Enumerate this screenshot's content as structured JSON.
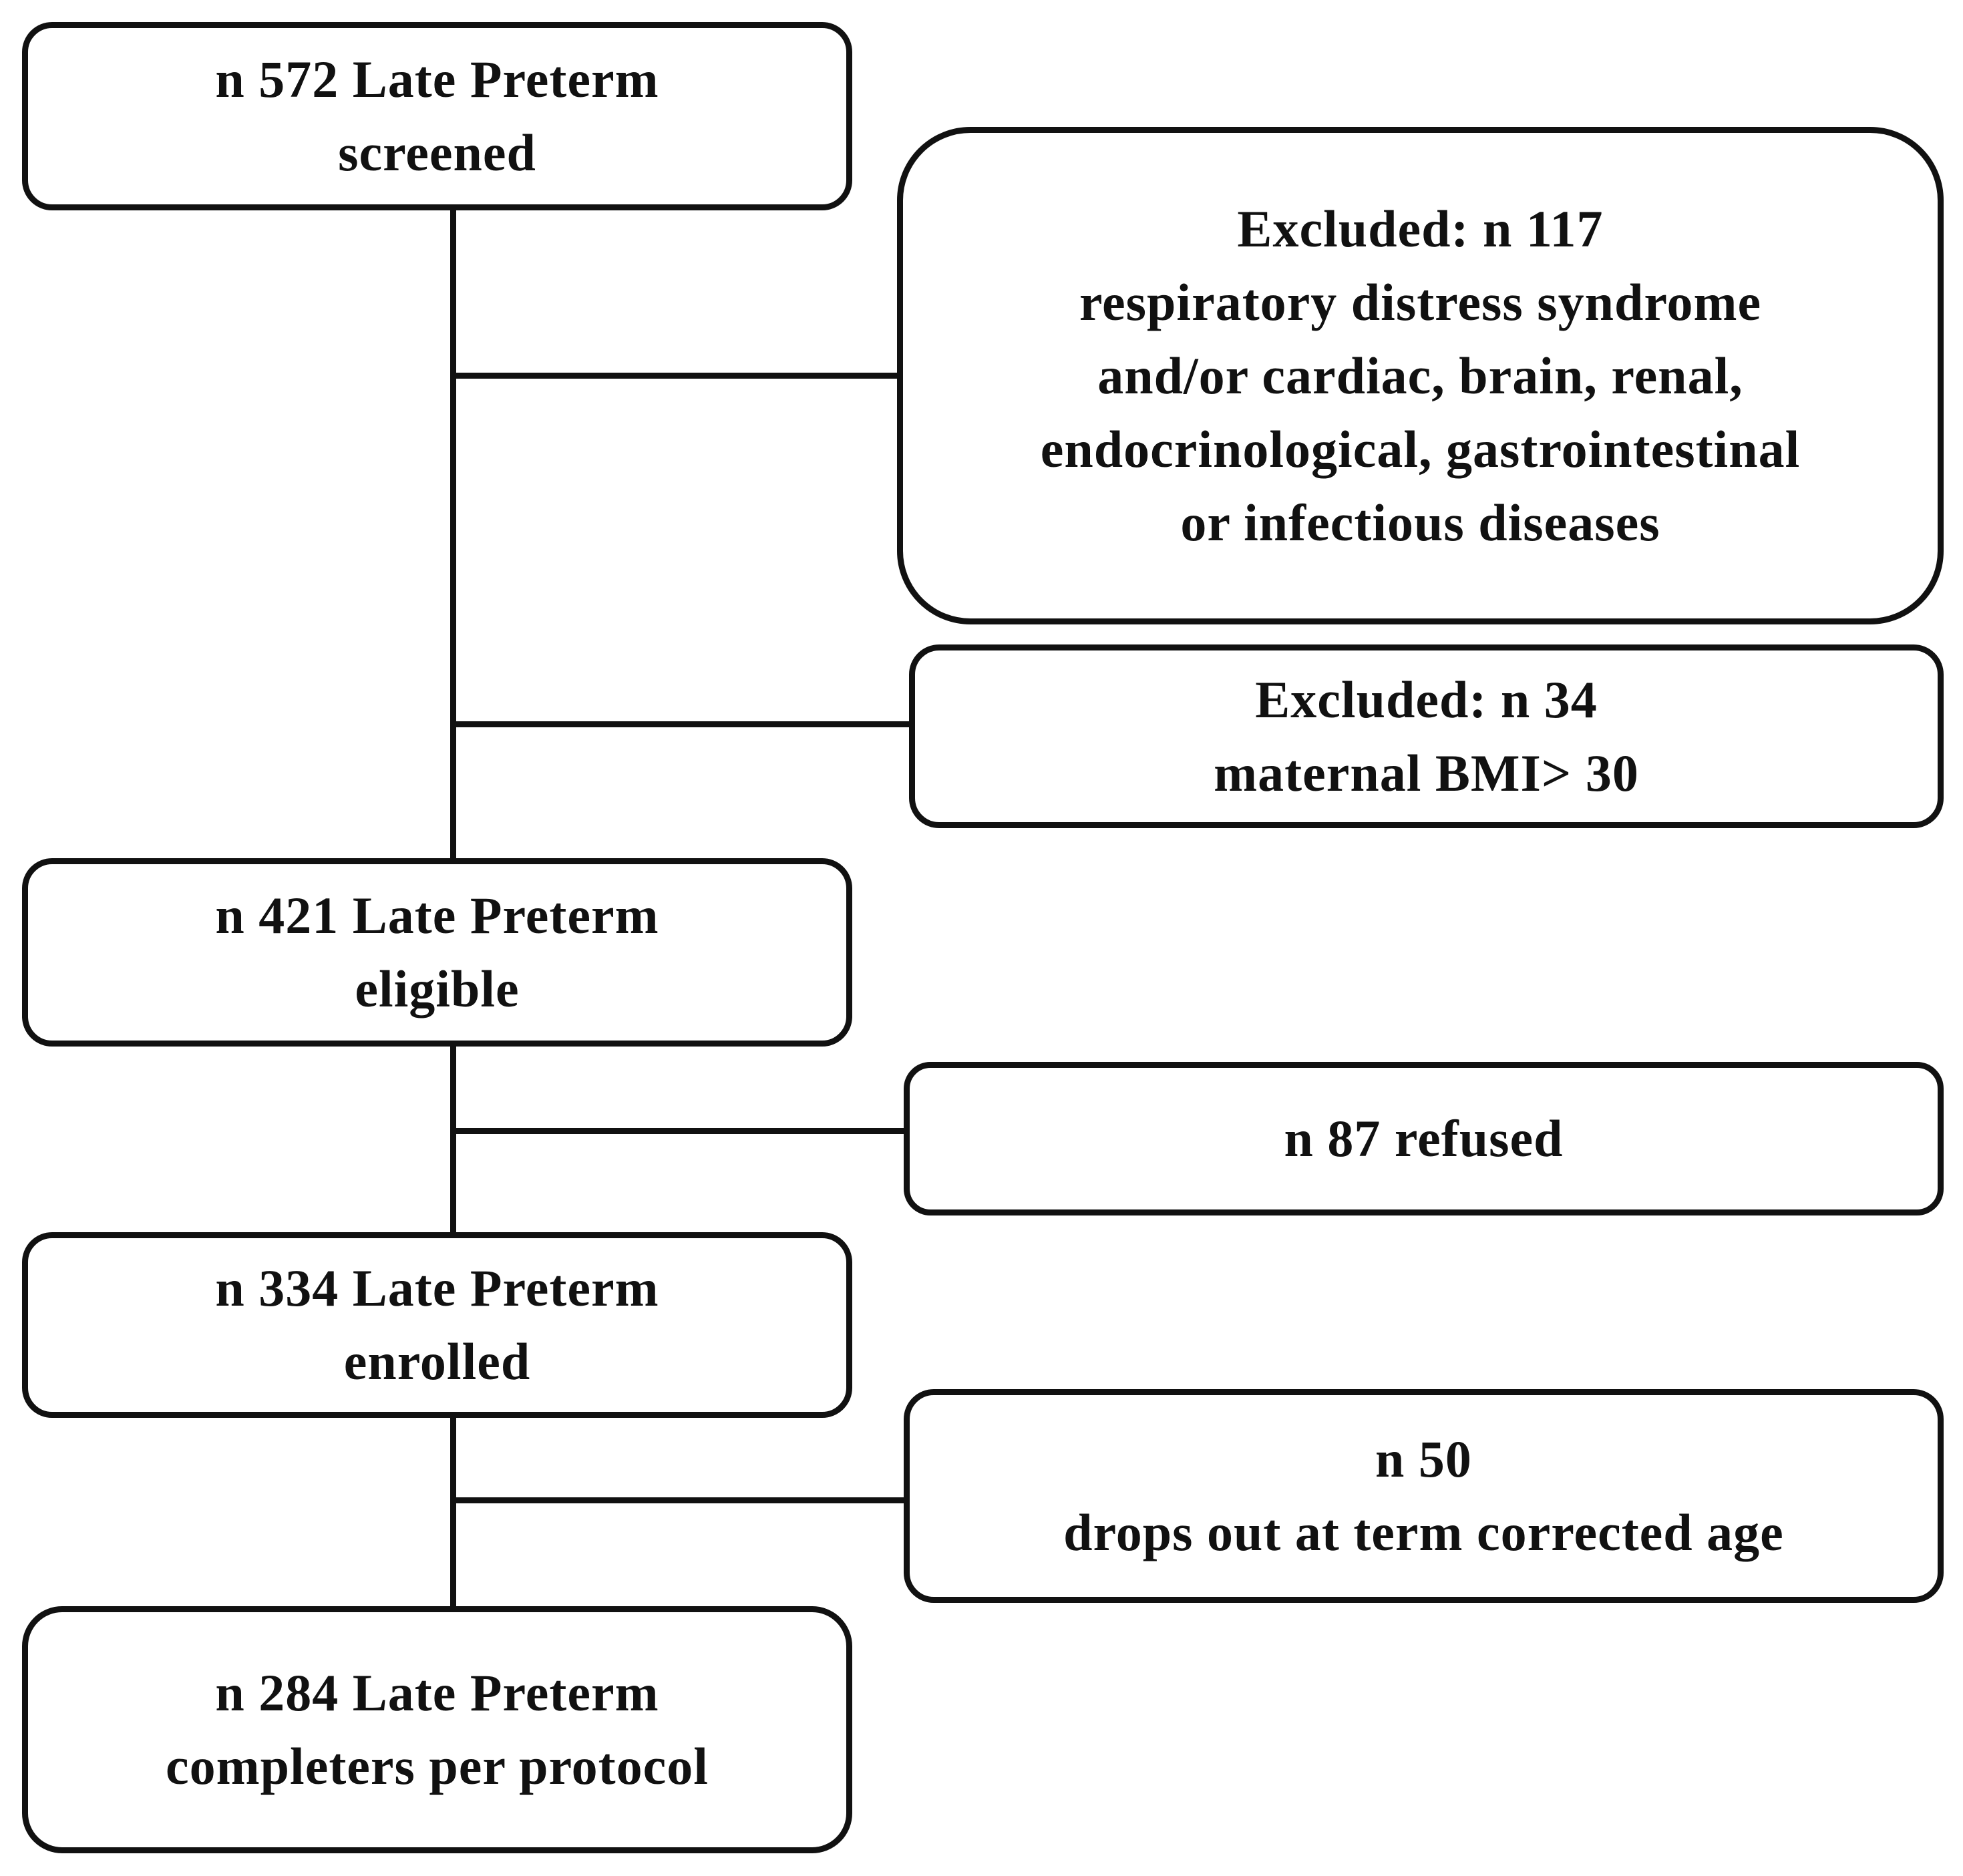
{
  "flowchart": {
    "screened": {
      "line1": "n 572 Late Preterm",
      "line2": "screened"
    },
    "exclusion_disease": {
      "line1": "Excluded: n 117",
      "line2": "respiratory  distress  syndrome",
      "line3": "and/or  cardiac,  brain,  renal,",
      "line4": "endocrinological,  gastrointestinal",
      "line5": "or  infectious  diseases"
    },
    "exclusion_bmi": {
      "line1": "Excluded: n 34",
      "line2": "maternal  BMI> 30"
    },
    "eligible": {
      "line1": "n 421 Late Preterm",
      "line2": "eligible"
    },
    "refused": {
      "line1": "n 87 refused"
    },
    "enrolled": {
      "line1": "n 334 Late Preterm",
      "line2": "enrolled"
    },
    "dropouts": {
      "line1": "n 50",
      "line2": "drops  out  at  term  corrected  age"
    },
    "completers": {
      "line1": "n 284 Late Preterm",
      "line2": "completers per protocol"
    }
  }
}
